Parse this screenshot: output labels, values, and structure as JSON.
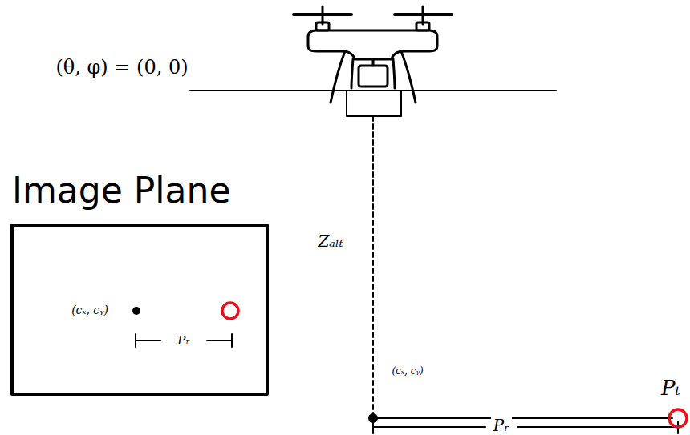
{
  "diagram": {
    "nodes": [
      {
        "text": [
          "Image Plane"
        ]
      }
    ],
    "labels": [
      "(θ, φ) = (0, 0)",
      "(cₓ, cᵧ)",
      "Pᵣ",
      "Zₐₗₜ",
      "(cₓ, cᵧ)",
      "Pₜ",
      "Pᵣ"
    ]
  }
}
